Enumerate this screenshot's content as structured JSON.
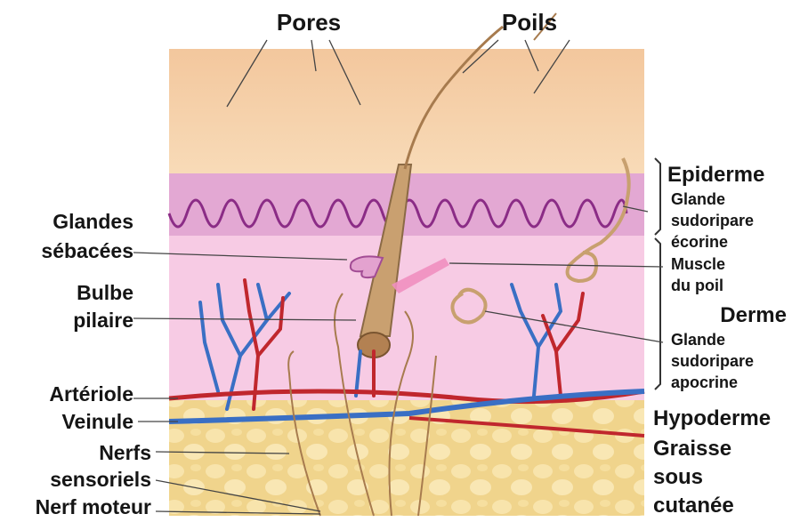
{
  "diagram": {
    "labels": {
      "pores": "Pores",
      "poils": "Poils",
      "glandes": "Glandes",
      "sebacees": "sébacées",
      "bulbe": "Bulbe",
      "pilaire": "pilaire",
      "arteriole": "Artériole",
      "veinule": "Veinule",
      "nerfs": "Nerfs",
      "sensoriels": "sensoriels",
      "nerf_moteur": "Nerf moteur",
      "epiderme": "Epiderme",
      "glande_ecc_1": "Glande",
      "glande_ecc_2": "sudoripare",
      "glande_ecc_3": "écorine",
      "muscle_1": "Muscle",
      "muscle_2": "du poil",
      "derme": "Derme",
      "glande_apo_1": "Glande",
      "glande_apo_2": "sudoripare",
      "glande_apo_3": "apocrine",
      "hypoderme": "Hypoderme",
      "graisse_1": "Graisse",
      "graisse_2": "sous",
      "graisse_3": "cutanée"
    },
    "colors": {
      "surface": "#f5d3ad",
      "epidermis": "#e1a1d2",
      "dermis": "#f6c7e4",
      "hypodermis": "#f3d78f",
      "artery": "#c0272d",
      "vein": "#3a6fc4",
      "hair": "#a77b4e"
    }
  }
}
